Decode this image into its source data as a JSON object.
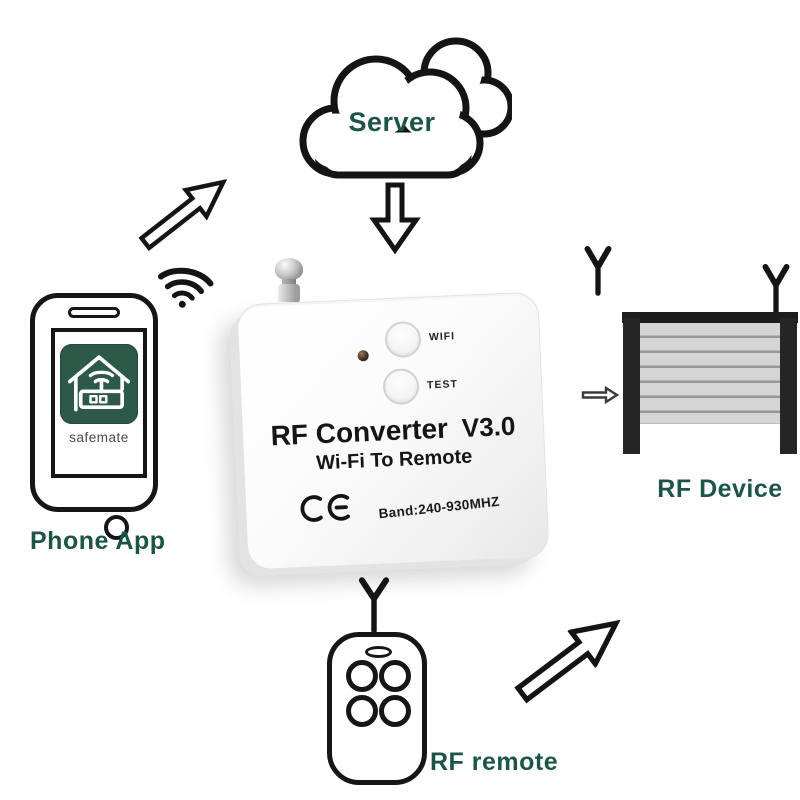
{
  "title": "RF Converter Wi-Fi To Remote connectivity diagram",
  "colors": {
    "label_green": "#1c5548",
    "outline_black": "#141414",
    "app_icon_green": "#2d5948",
    "shutter_gray": "#d5d5d5",
    "shutter_line_gray": "#979797",
    "post_black": "#252525",
    "device_body_white": "#f7f7f7"
  },
  "server": {
    "label": "Server"
  },
  "phone_app": {
    "label": "Phone App",
    "app_name": "safemate"
  },
  "converter": {
    "name": "RF Converter",
    "version": "V3.0",
    "subtitle": "Wi-Fi To Remote",
    "wifi_button": "WIFI",
    "test_button": "TEST",
    "ce_mark": "CE",
    "band": "Band:240-930MHZ"
  },
  "rf_device": {
    "label": "RF Device"
  },
  "rf_remote": {
    "label": "RF remote"
  },
  "icons": {
    "cloud": "cloud-outline",
    "wifi": "wifi-signal-arcs",
    "antenna": "y-antenna",
    "arrow": "hollow-outline-arrow",
    "ce": "CE-conformity-mark"
  }
}
